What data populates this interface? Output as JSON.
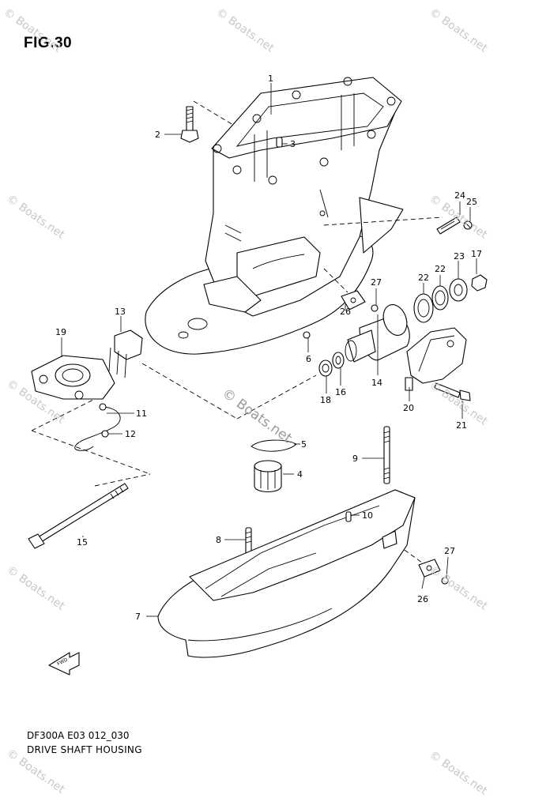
{
  "figure": {
    "title": "FIG.30",
    "model_code": "DF300A E03 012_030",
    "caption": "DRIVE SHAFT HOUSING"
  },
  "watermark": {
    "text": "© Boats.net",
    "center_text": "© Boats.net"
  },
  "callouts": [
    {
      "id": "1",
      "text": "1"
    },
    {
      "id": "2",
      "text": "2"
    },
    {
      "id": "3",
      "text": "3"
    },
    {
      "id": "4",
      "text": "4"
    },
    {
      "id": "5",
      "text": "5"
    },
    {
      "id": "6",
      "text": "6"
    },
    {
      "id": "7",
      "text": "7"
    },
    {
      "id": "8",
      "text": "8"
    },
    {
      "id": "9",
      "text": "9"
    },
    {
      "id": "10",
      "text": "10"
    },
    {
      "id": "11",
      "text": "11"
    },
    {
      "id": "12",
      "text": "12"
    },
    {
      "id": "13",
      "text": "13"
    },
    {
      "id": "14",
      "text": "14"
    },
    {
      "id": "15",
      "text": "15"
    },
    {
      "id": "16",
      "text": "16"
    },
    {
      "id": "17",
      "text": "17"
    },
    {
      "id": "18",
      "text": "18"
    },
    {
      "id": "19",
      "text": "19"
    },
    {
      "id": "20",
      "text": "20"
    },
    {
      "id": "21",
      "text": "21"
    },
    {
      "id": "22a",
      "text": "22"
    },
    {
      "id": "22b",
      "text": "22"
    },
    {
      "id": "23",
      "text": "23"
    },
    {
      "id": "24",
      "text": "24"
    },
    {
      "id": "25",
      "text": "25"
    },
    {
      "id": "26a",
      "text": "26"
    },
    {
      "id": "26b",
      "text": "26"
    },
    {
      "id": "27a",
      "text": "27"
    },
    {
      "id": "27b",
      "text": "27"
    }
  ],
  "fwd_icon": {
    "label": "FWD"
  }
}
